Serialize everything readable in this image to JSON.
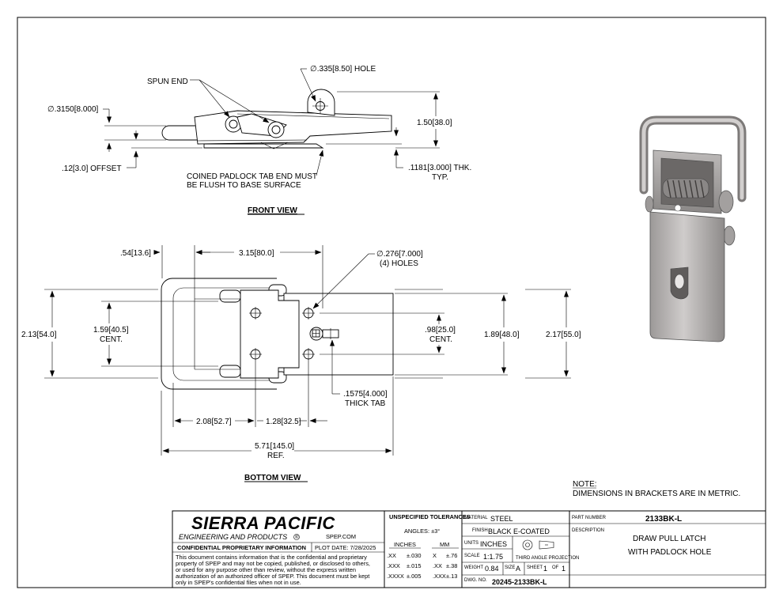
{
  "front_view": {
    "title": "FRONT VIEW",
    "spun_end": "SPUN END",
    "hole_dia": "∅.335[8.50] HOLE",
    "pin_dia": "∅.3150[8.000]",
    "height": "1.50[38.0]",
    "offset": ".12[3.0] OFFSET",
    "thk": ".1181[3.000] THK.",
    "thk_typ": "TYP.",
    "coined_1": "COINED PADLOCK TAB END MUST",
    "coined_2": "BE FLUSH TO BASE SURFACE"
  },
  "bottom_view": {
    "title": "BOTTOM VIEW",
    "dim_054": ".54[13.6]",
    "dim_315": "3.15[80.0]",
    "holes_1": "∅.276[7.000]",
    "holes_2": "(4) HOLES",
    "dim_213": "2.13[54.0]",
    "dim_159": "1.59[40.5]",
    "cent_a": "CENT.",
    "dim_098": ".98[25.0]",
    "cent_b": "CENT.",
    "dim_189": "1.89[48.0]",
    "dim_217": "2.17[55.0]",
    "tab_1": ".1575[4.000]",
    "tab_2": "THICK TAB",
    "dim_208": "2.08[52.7]",
    "dim_128": "1.28[32.5]",
    "dim_571": "5.71[145.0]",
    "ref": "REF."
  },
  "note": {
    "heading": "NOTE:",
    "text": "DIMENSIONS IN BRACKETS ARE IN METRIC."
  },
  "title_block": {
    "company": "SIERRA PACIFIC",
    "subtitle": "ENGINEERING AND PRODUCTS",
    "registered": "®",
    "website": "SPEP.COM",
    "confidential_label": "CONFIDENTIAL PROPRIETARY INFORMATION",
    "plot_date": "PLOT DATE:  7/28/2025",
    "confidential_text": [
      "This document contains information that is the confidential and proprietary",
      "property of SPEP and may not be copied, published, or disclosed to others,",
      "or used for any purpose  other than review, without the express written",
      "authorization of an authorized officer of SPEP. This document must be kept",
      "only in SPEP's confidential files when not in use."
    ],
    "tolerances_label": "UNSPECIFIED TOLERANCES",
    "angles": "ANGLES: ±3°",
    "inches_hdr": "INCHES",
    "mm_hdr": "MM",
    "tol_rows": [
      {
        "in_fmt": ".XX",
        "in_tol": "±.030",
        "mm_fmt": "X",
        "mm_tol": "±.76"
      },
      {
        "in_fmt": ".XXX",
        "in_tol": "±.015",
        "mm_fmt": ".XX",
        "mm_tol": "±.38"
      },
      {
        "in_fmt": ".XXXX",
        "in_tol": "±.005",
        "mm_fmt": ".XXX",
        "mm_tol": "±.13"
      }
    ],
    "material_label": "MATERIAL",
    "material": "STEEL",
    "finish_label": "FINISH",
    "finish": "BLACK E-COATED",
    "units_label": "UNITS",
    "units": "INCHES",
    "scale_label": "SCALE",
    "scale": "1:1.75",
    "projection": "THIRD ANGLE PROJECTION",
    "weight_label": "WEIGHT",
    "weight": "0.84",
    "size_label": "SIZE",
    "size": "A",
    "sheet_label": "SHEET",
    "sheet": "1",
    "of_label": "OF",
    "sheet_total": "1",
    "dwg_label": "DWG. NO.",
    "dwg_no": "20245-2133BK-L",
    "part_label": "PART NUMBER",
    "part_number": "2133BK-L",
    "desc_label": "DESCRIPTION",
    "desc_1": "DRAW PULL LATCH",
    "desc_2": "WITH PADLOCK HOLE"
  }
}
